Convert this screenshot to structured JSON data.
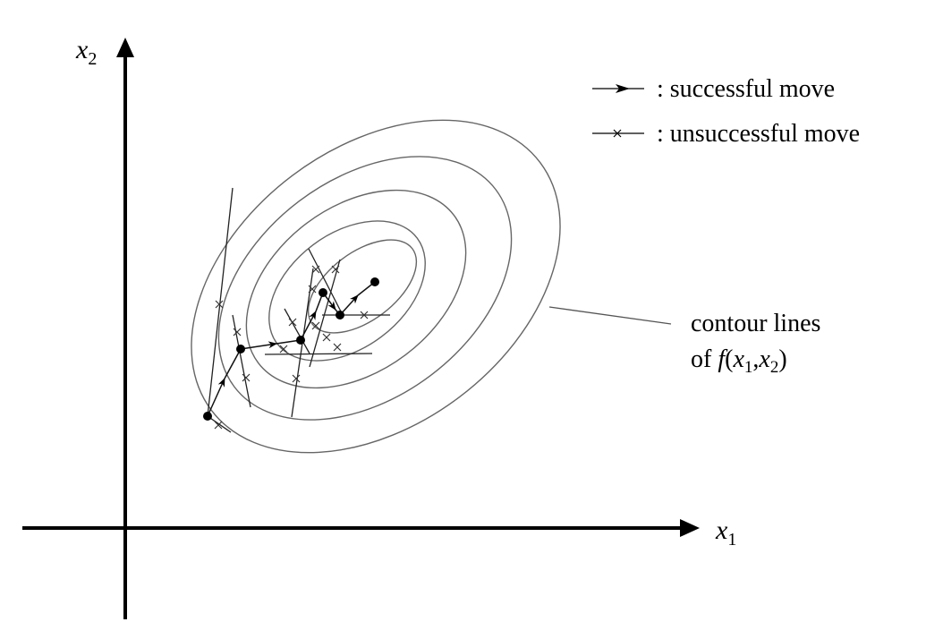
{
  "axes": {
    "x_label": "x",
    "x_subscript": "1",
    "y_label": "x",
    "y_subscript": "2"
  },
  "legend": {
    "successful": ": successful move",
    "unsuccessful": ": unsuccessful move"
  },
  "annotation": {
    "line1": "contour lines",
    "line2_prefix": "of ",
    "line2_f": "f",
    "line2_open": "(",
    "line2_x1": "x",
    "line2_x1_sub": "1",
    "line2_comma": ",",
    "line2_x2": "x",
    "line2_x2_sub": "2",
    "line2_close": ")"
  },
  "colors": {
    "ink": "#000000",
    "contour": "#666666"
  }
}
